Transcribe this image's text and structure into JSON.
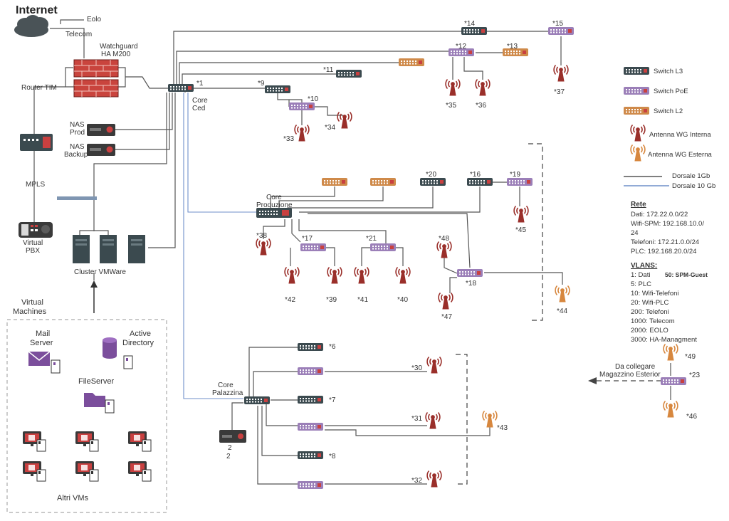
{
  "diagram": {
    "internet": {
      "title": "Internet",
      "eolo": "Eolo",
      "telecom": "Telecom"
    },
    "firewall": {
      "line1": "Watchguard",
      "line2": "HA M200"
    },
    "router": "Router TIM",
    "mpls": "MPLS",
    "pbx": {
      "line1": "Virtual",
      "line2": "PBX"
    },
    "nas_prod": {
      "line1": "NAS",
      "line2": "Prod"
    },
    "nas_backup": {
      "line1": "NAS",
      "line2": "Backup"
    },
    "cluster": "Cluster VMWare",
    "core_ced": {
      "tag": "*1",
      "line1": "Core",
      "line2": "Ced"
    },
    "core_produzione": {
      "line1": "Core",
      "line2": "Produzione"
    },
    "core_palazzina": {
      "line1": "Core",
      "line2": "Palazzina"
    },
    "palazzina_device": {
      "line1": "2",
      "line2": "2"
    },
    "virtual_machines": {
      "title_line1": "Virtual",
      "title_line2": "Machines",
      "mail_line1": "Mail",
      "mail_line2": "Server",
      "ad_line1": "Active",
      "ad_line2": "Directory",
      "fileserver": "FileServer",
      "altri": "Altri VMs"
    },
    "node_labels": {
      "n6": "*6",
      "n7": "*7",
      "n8": "*8",
      "n9": "*9",
      "n10": "*10",
      "n11": "*11",
      "n12": "*12",
      "n13": "*13",
      "n14": "*14",
      "n15": "*15",
      "n16": "*16",
      "n17": "*17",
      "n18": "*18",
      "n19": "*19",
      "n20": "*20",
      "n21": "*21",
      "n23": "*23",
      "n30": "*30",
      "n31": "*31",
      "n32": "*32",
      "n33": "*33",
      "n34": "*34",
      "n35": "*35",
      "n36": "*36",
      "n37": "*37",
      "n38": "*38",
      "n39": "*39",
      "n40": "*40",
      "n41": "*41",
      "n42": "*42",
      "n43": "*43",
      "n44": "*44",
      "n45": "*45",
      "n46": "*46",
      "n47": "*47",
      "n48": "*48",
      "n49": "*49"
    },
    "magazzino": {
      "line1": "Da collegare",
      "line2": "Magazzino Esterior"
    }
  },
  "legend": {
    "switch_l3": "Switch L3",
    "switch_poe": "Switch PoE",
    "switch_l2": "Switch L2",
    "antenna_int": "Antenna WG Interna",
    "antenna_ext": "Antenna WG Esterna",
    "dorsale_1gb": "Dorsale 1Gb",
    "dorsale_10gb": "Dorsale 10 Gb",
    "rete_title": "Rete",
    "rete": [
      "Dati: 172.22.0.0/22",
      "Wifi-SPM: 192.168.10.0/",
      "24",
      "Telefoni: 172.21.0.0/24",
      "PLC: 192.168.20.0/24"
    ],
    "vlans_title": "VLANS:",
    "vlans_guest": "50: SPM-Guest",
    "vlans": [
      "1: Dati",
      "5: PLC",
      "10: Wifi-Telefoni",
      "20: Wifi-PLC",
      "200: Telefoni",
      "1000: Telecom",
      "2000: EOLO",
      "3000: HA-Managment"
    ]
  },
  "colors": {
    "l3": "#3b4a4f",
    "poe": "#9b7fb8",
    "l2": "#cf8a4a",
    "antenna_int": "#9a2f2a",
    "antenna_ext": "#d7873e",
    "link_1gb": "#555555",
    "link_10gb": "#6f8fc9",
    "firewall": "#c9443d"
  }
}
